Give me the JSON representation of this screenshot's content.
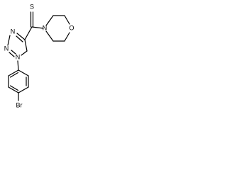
{
  "molecule": {
    "atoms": {
      "sulfur": "S",
      "morpholine_nitrogen": "N",
      "morpholine_oxygen": "O",
      "triazole_n1": "N",
      "triazole_n2": "N",
      "triazole_n3": "N",
      "bromine": "Br"
    }
  },
  "colors": {
    "ink": "#000000",
    "background": "#ffffff"
  }
}
